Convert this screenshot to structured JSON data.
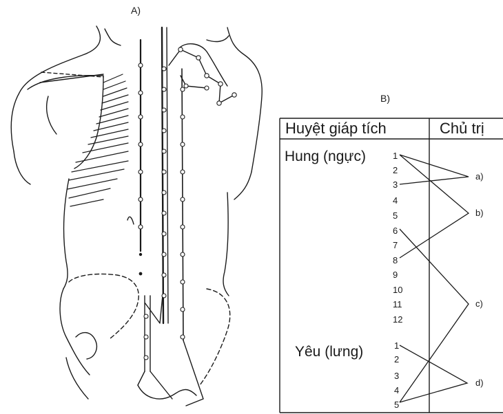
{
  "figure": {
    "panel_a_label": "A)",
    "panel_b_label": "B)"
  },
  "table": {
    "header_points": "Huyệt giáp tích",
    "header_indications": "Chủ trị",
    "thoracic": {
      "label": "Hung (ngực)",
      "numbers": [
        "1",
        "2",
        "3",
        "4",
        "5",
        "6",
        "7",
        "8",
        "9",
        "10",
        "11",
        "12"
      ]
    },
    "lumbar": {
      "label": "Yêu (lưng)",
      "numbers": [
        "1",
        "2",
        "3",
        "4",
        "5"
      ]
    },
    "indications": [
      "a)",
      "b)",
      "c)",
      "d)"
    ]
  },
  "colors": {
    "ink": "#1a1a1a",
    "paper": "#ffffff"
  }
}
